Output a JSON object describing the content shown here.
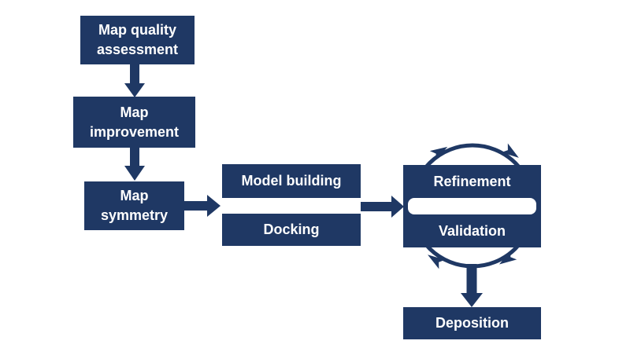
{
  "diagram": {
    "title": "cryo-em-map-to-model-workflow",
    "boxes": {
      "map_quality": "Map quality\nassessment",
      "map_improvement": "Map\nimprovement",
      "map_symmetry": "Map\nsymmetry",
      "model_building": "Model building",
      "docking": "Docking",
      "refinement": "Refinement",
      "validation": "Validation",
      "deposition": "Deposition"
    },
    "colors": {
      "box": "#1F3864",
      "text": "#FFFFFF",
      "background": "#FFFFFF"
    }
  }
}
